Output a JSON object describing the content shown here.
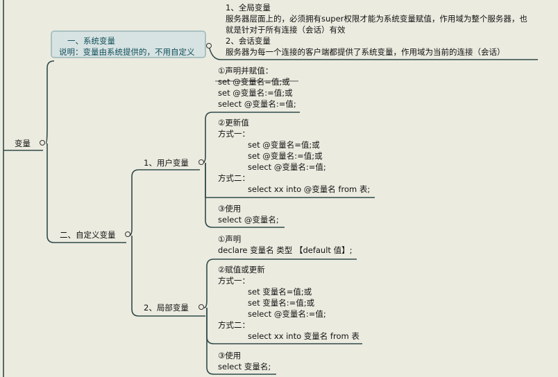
{
  "root": {
    "label": "变量"
  },
  "system_vars": {
    "title": "一、系统变量",
    "desc": "说明：变量由系统提供的，不用自定义",
    "details": [
      "1、全局变量",
      "服务器层面上的，必须拥有super权限才能为系统变量赋值，作用域为整个服务器，也",
      "就是针对于所有连接（会话）有效",
      "2、会话变量",
      "服务器为每一个连接的客户端都提供了系统变量，作用域为当前的连接（会话）"
    ]
  },
  "custom_vars": {
    "title": "二、自定义变量",
    "user_vars": {
      "title": "1、用户变量",
      "declare": [
        "①声明并赋值：",
        "set @变量名=值;或",
        "set @变量名:=值;或",
        "select @变量名:=值;"
      ],
      "update": {
        "heading": "②更新值",
        "method1_label": "方式一：",
        "method1": [
          "set @变量名=值;或",
          "set @变量名:=值;或",
          "select @变量名:=值;"
        ],
        "method2_label": "方式二：",
        "method2": [
          "select xx into @变量名 from 表;"
        ]
      },
      "use": [
        "③使用",
        "select @变量名;"
      ]
    },
    "local_vars": {
      "title": "2、局部变量",
      "declare": [
        "①声明",
        "declare 变量名 类型 【default 值】;"
      ],
      "update": {
        "heading": "②赋值或更新",
        "method1_label": "方式一：",
        "method1": [
          "set 变量名=值;或",
          "set 变量名:=值;或",
          "select @变量名:=值;"
        ],
        "method2_label": "方式二：",
        "method2": [
          "select xx into 变量名 from 表"
        ]
      },
      "use": [
        "③使用",
        "select 变量名;"
      ]
    }
  }
}
